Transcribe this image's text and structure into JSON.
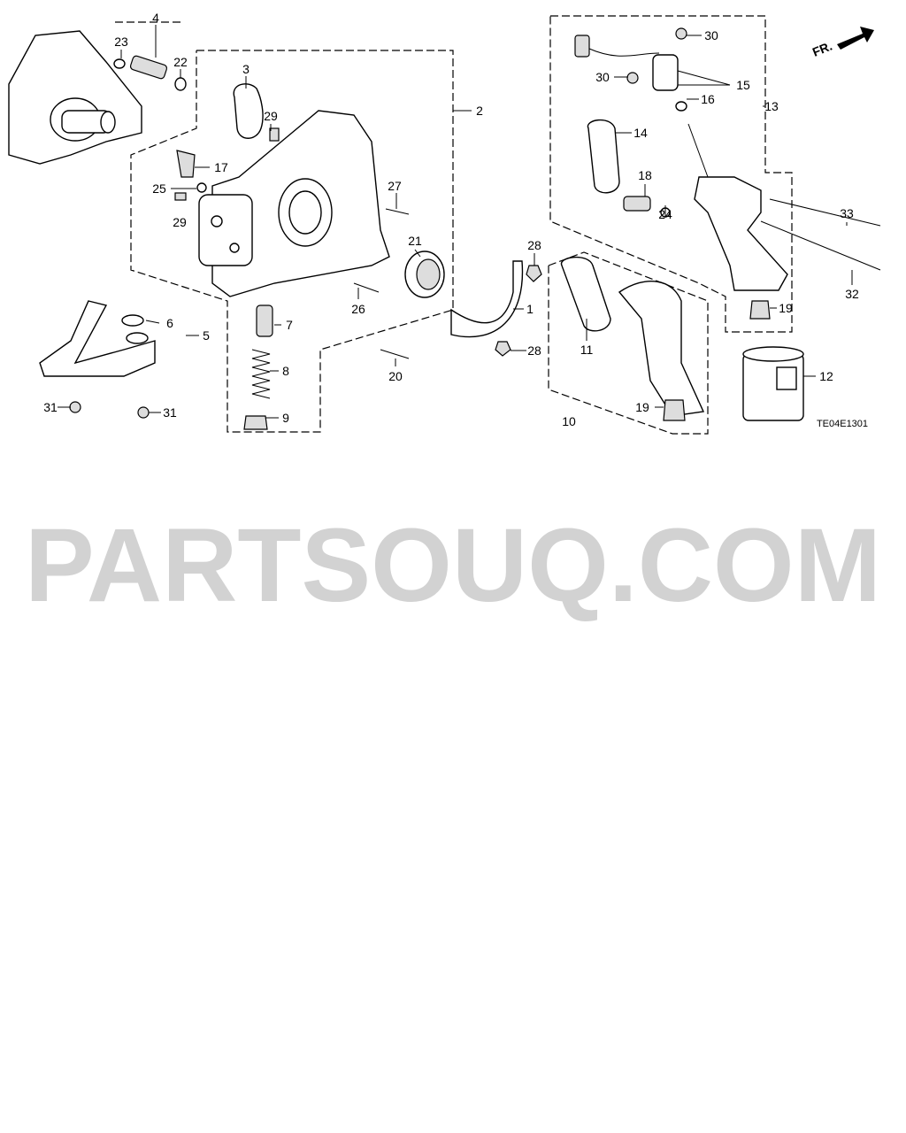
{
  "diagram": {
    "code": "TE04E1301",
    "front_indicator": "FR.",
    "callouts": [
      "4",
      "23",
      "22",
      "3",
      "2",
      "29",
      "17",
      "25",
      "29",
      "27",
      "21",
      "28",
      "1",
      "26",
      "6",
      "5",
      "7",
      "8",
      "20",
      "28",
      "9",
      "31",
      "31",
      "30",
      "30",
      "15",
      "16",
      "13",
      "14",
      "18",
      "24",
      "33",
      "32",
      "19",
      "11",
      "12",
      "19",
      "10"
    ]
  },
  "watermark": "PARTSOUQ.COM"
}
